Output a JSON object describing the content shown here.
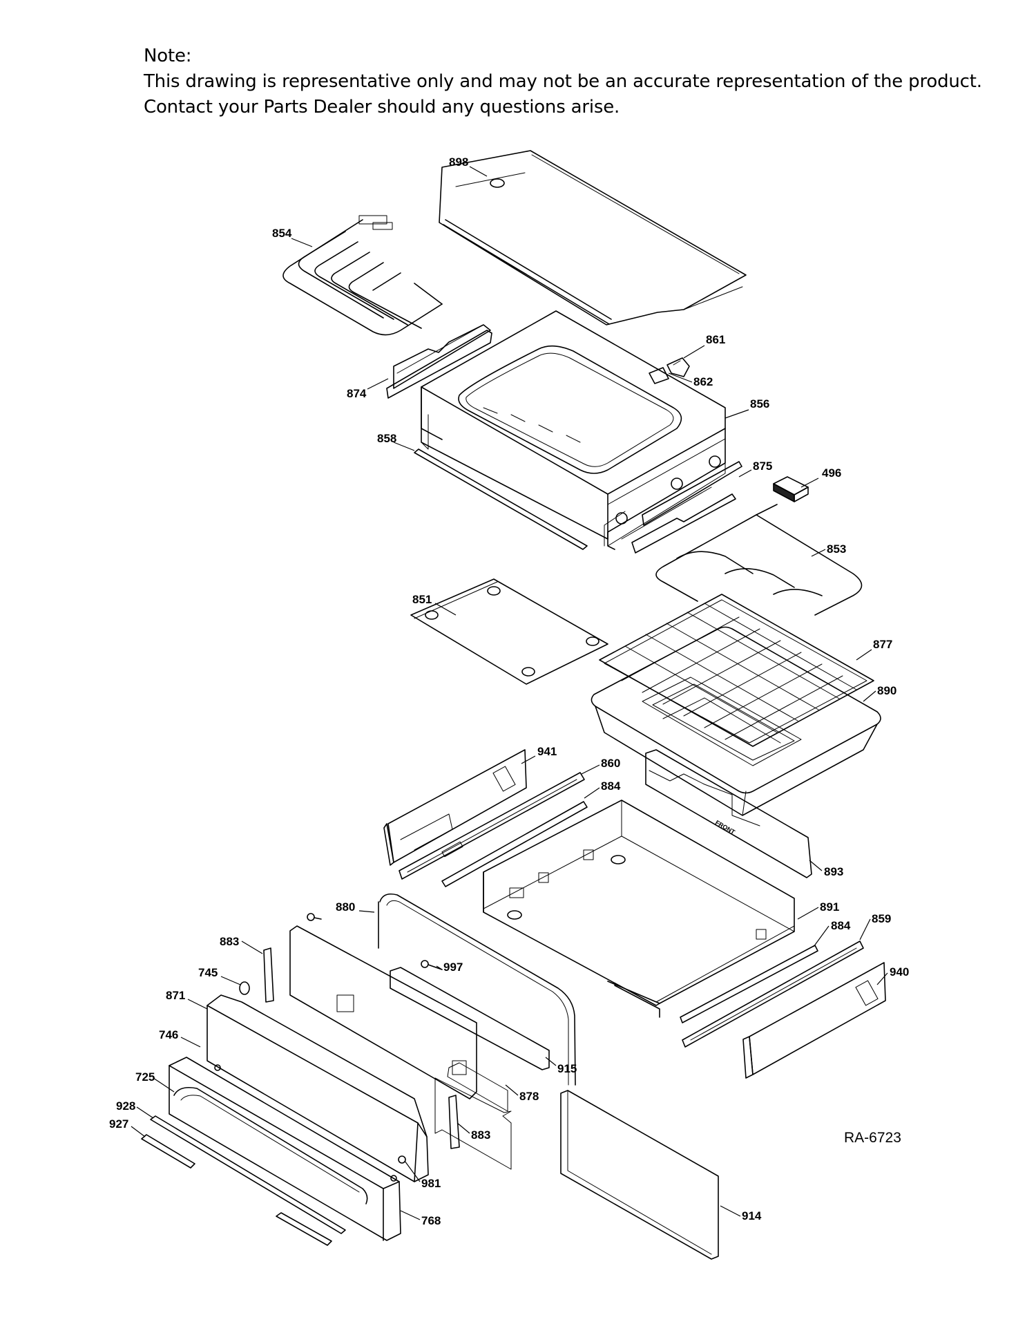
{
  "note": {
    "heading": "Note:",
    "line1": "This drawing is representative only and may not be an accurate representation of the product.",
    "line2": "Contact your Parts Dealer should any questions arise."
  },
  "diagram_code": "RA-6723",
  "panel_label": "FRONT",
  "callouts": [
    {
      "id": "898"
    },
    {
      "id": "854"
    },
    {
      "id": "861"
    },
    {
      "id": "862"
    },
    {
      "id": "874"
    },
    {
      "id": "856"
    },
    {
      "id": "858"
    },
    {
      "id": "875"
    },
    {
      "id": "496"
    },
    {
      "id": "853"
    },
    {
      "id": "851"
    },
    {
      "id": "877"
    },
    {
      "id": "890"
    },
    {
      "id": "941"
    },
    {
      "id": "860"
    },
    {
      "id": "884"
    },
    {
      "id": "893"
    },
    {
      "id": "880"
    },
    {
      "id": "891"
    },
    {
      "id": "884"
    },
    {
      "id": "859"
    },
    {
      "id": "883"
    },
    {
      "id": "997"
    },
    {
      "id": "745"
    },
    {
      "id": "940"
    },
    {
      "id": "871"
    },
    {
      "id": "746"
    },
    {
      "id": "915"
    },
    {
      "id": "725"
    },
    {
      "id": "878"
    },
    {
      "id": "928"
    },
    {
      "id": "927"
    },
    {
      "id": "883"
    },
    {
      "id": "981"
    },
    {
      "id": "914"
    },
    {
      "id": "768"
    }
  ]
}
